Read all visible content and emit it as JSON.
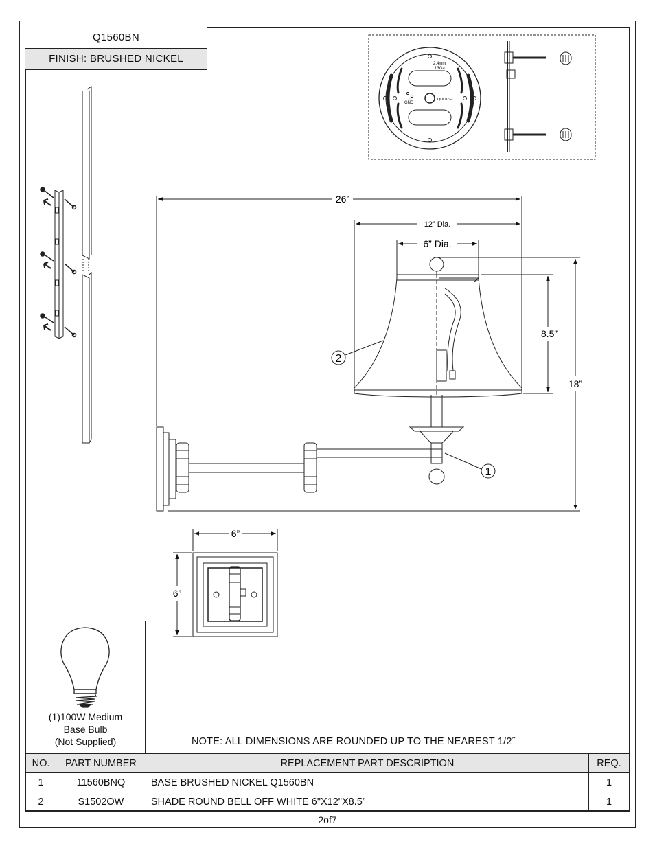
{
  "header": {
    "model": "Q1560BN",
    "finish": "FINISH: BRUSHED NICKEL"
  },
  "mount_plate": {
    "thickness": "2.4mm",
    "gauge": "13Ga",
    "ground_label": "GND",
    "brand": "QUOIZEL"
  },
  "dimensions": {
    "overall_extension": "26”",
    "shade_bottom_dia": "12” Dia.",
    "shade_top_dia": "6” Dia.",
    "shade_height": "8.5”",
    "overall_height": "18”",
    "backplate_width": "6”",
    "backplate_height": "6”"
  },
  "callouts": {
    "base": "1",
    "shade": "2"
  },
  "bulb": {
    "line1": "(1)100W Medium",
    "line2": "Base Bulb",
    "line3": "(Not Supplied)"
  },
  "note": "NOTE:  ALL DIMENSIONS ARE ROUNDED UP TO THE NEAREST  1/2˝",
  "parts_table": {
    "headers": [
      "NO.",
      "PART NUMBER",
      "REPLACEMENT PART DESCRIPTION",
      "REQ."
    ],
    "rows": [
      {
        "no": "1",
        "part": "11560BNQ",
        "desc": "BASE BRUSHED NICKEL Q1560BN",
        "req": "1"
      },
      {
        "no": "2",
        "part": "S1502OW",
        "desc": "SHADE ROUND BELL OFF WHITE 6\"X12\"X8.5”",
        "req": "1"
      }
    ]
  },
  "page": "2of7"
}
